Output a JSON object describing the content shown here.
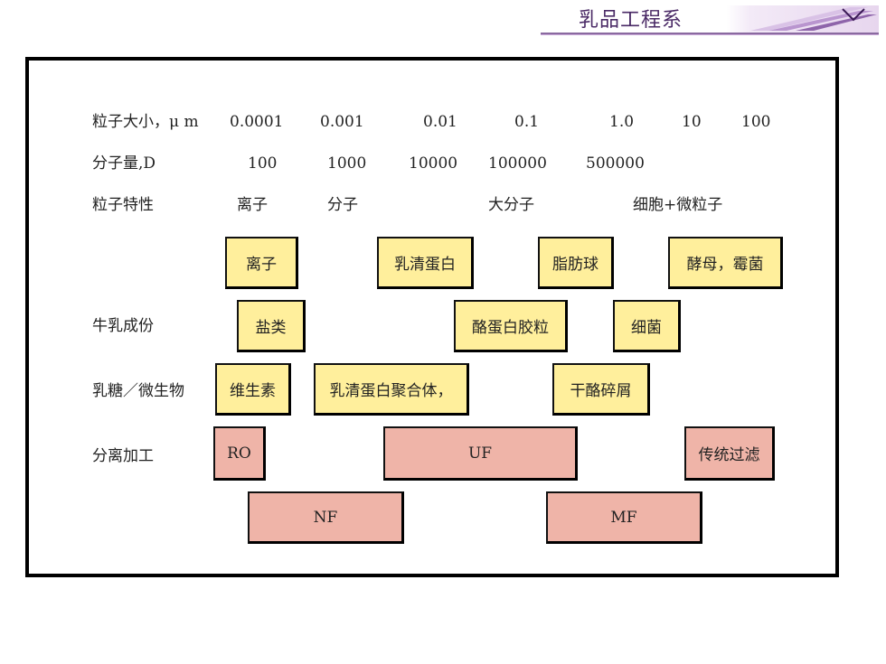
{
  "header": {
    "title": "乳品工程系"
  },
  "rows": {
    "size_label": "粒子大小，μ m",
    "size_values": [
      "0.0001",
      "0.001",
      "0.01",
      "0.1",
      "1.0",
      "10",
      "100"
    ],
    "mw_label": "分子量,D",
    "mw_values": [
      "100",
      "1000",
      "10000",
      "100000",
      "500000"
    ],
    "char_label": "粒子特性",
    "char_values": [
      "离子",
      "分子",
      "大分子",
      "细胞+微粒子"
    ],
    "milk_label": "牛乳成份",
    "lactose_label": "乳糖／微生物",
    "sep_label": "分离加工"
  },
  "boxes": {
    "row1": [
      "离子",
      "乳清蛋白",
      "脂肪球",
      "酵母，霉菌"
    ],
    "row2": [
      "盐类",
      "酪蛋白胶粒",
      "细菌"
    ],
    "row3": [
      "维生素",
      "乳清蛋白聚合体，",
      "干酪碎屑"
    ],
    "row4": [
      "RO",
      "UF",
      "传统过滤"
    ],
    "row5": [
      "NF",
      "MF"
    ]
  },
  "colors": {
    "component_fill": "#ffef9c",
    "process_fill": "#efb4a8",
    "header_text": "#4a2a66"
  }
}
